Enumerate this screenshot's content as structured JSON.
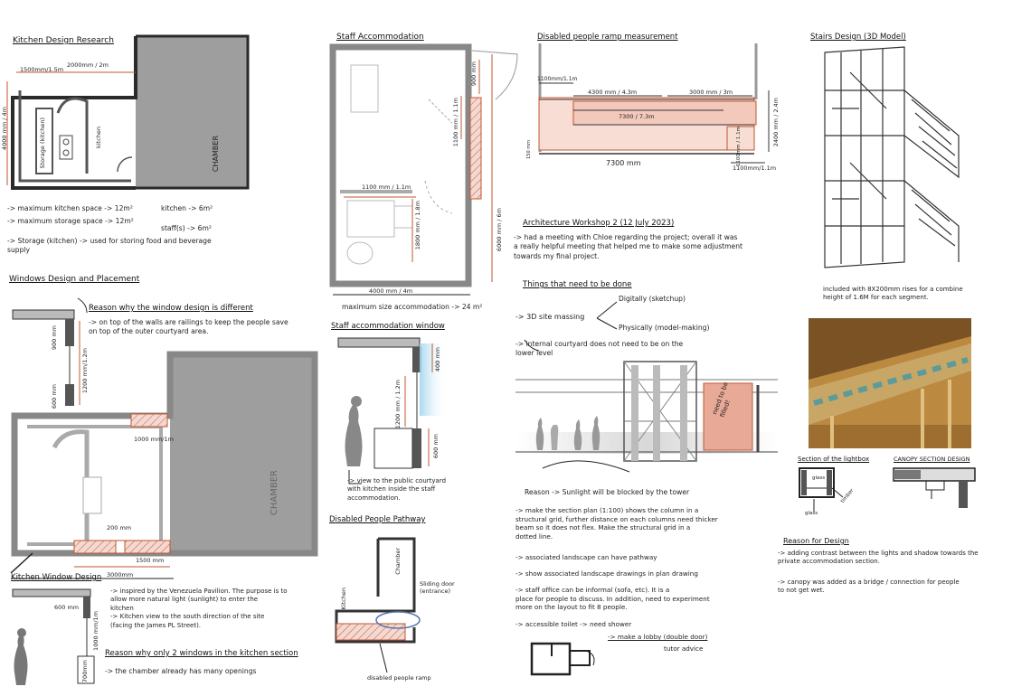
{
  "col1": {
    "kitchen_title": "Kitchen Design Research",
    "dims": {
      "d1500": "1500mm/1.5m",
      "d2000": "2000mm / 2m",
      "d4000": "4000 mm / 4m"
    },
    "room_labels": {
      "storage": "Storage (kitchen)",
      "kitchen": "kitchen",
      "chamber": "CHAMBER"
    },
    "notes": [
      "-> maximum kitchen space -> 12m²",
      "-> maximum storage space -> 12m²",
      "-> Storage (kitchen) -> used for storing food and beverage supply"
    ],
    "branch": {
      "kitchen": "kitchen -> 6m²",
      "staff": "staff(s) -> 6m²"
    },
    "windows_title": "Windows Design and Placement",
    "reason_title": "Reason why the window design is different",
    "reason_text": "-> on top of the walls are railings to keep the people save\n on top of the outer courtyard area.",
    "window_dims": {
      "w1000": "1000 mm/1m",
      "w200": "200 mm",
      "w1500": "1500 mm",
      "w3000": "3000mm",
      "h900": "900 mm",
      "h1200": "1200 mm/1.2m",
      "h600": "600 mm"
    },
    "chamber2": "CHAMBER",
    "kwd_title": "Kitchen Window Design",
    "kwd_text": "-> inspired by the Venezuela Pavilion. The purpose is to\n allow more natural light (sunlight) to enter the\n kitchen\n-> Kitchen view to the south direction of the site\n (facing the James PL Street).",
    "kwd_dims": {
      "d600": "600 mm",
      "d1000": "1000 mm/1m",
      "d700": "700mm"
    },
    "only2_title": "Reason why only 2 windows in the kitchen section",
    "only2_text": "-> the chamber already has many openings"
  },
  "col2": {
    "staff_title": "Staff Accommodation",
    "dims": {
      "d900": "900 mm",
      "d1100": "1100 mm / 1.1m",
      "d1100b": "1100 mm / 1.1m",
      "d1800": "1800 mm / 1.8m",
      "d6000": "6000 mm / 6m",
      "d4000": "4000 mm / 4m"
    },
    "max_size": "maximum size accommodation -> 24 m²",
    "window_title": "Staff accommodation window",
    "window_dims": {
      "d400": "400 mm",
      "d1200": "1200 mm / 1.2m",
      "d600": "600 mm"
    },
    "view_text": "-> view to the public courtyard\n with kitchen inside the staff\n accommodation.",
    "pathway_title": "Disabled People Pathway",
    "path_labels": {
      "kitchen": "Kitchen",
      "chamber": "Chamber",
      "sliding": "Sliding door\n(entrance)",
      "ramp": "disabled people ramp"
    }
  },
  "col3": {
    "ramp_title": "Disabled people ramp measurement",
    "ramp_dims": {
      "d1100a": "1100mm/1.1m",
      "d4300": "4300 mm / 4.3m",
      "d3000": "3000 mm / 3m",
      "d7300": "7300 / 7.3m",
      "d7300b": "7300 mm",
      "d1100b": "1100mm / 1.1m",
      "d2400": "2400 mm / 2.4m",
      "d1100c": "1100mm/1.1m",
      "d150": "150 mm"
    },
    "workshop_title": "Architecture Workshop 2 (12 July 2023)",
    "workshop_text": "-> had a meeting with Chloe regarding the project; overall it was\n a really helpful meeting that helped me to make some adjustment\n towards my final project.",
    "todo_title": "Things that need to be done",
    "massing": "-> 3D site massing",
    "digitally": "Digitally (sketchup)",
    "physically": "Physically (model-making)",
    "courtyard": "-> internal courtyard does not need to be on the\n lower level",
    "need_fill": "need to be filled!",
    "reason_text": "Reason -> Sunlight will be blocked by the tower",
    "list": [
      "-> make the section plan (1:100) shows the column in a\n structural grid, further distance on each columns need thicker\n beam so it does not flex. Make the structural grid in a\n dotted line.",
      "-> associated landscape can have pathway",
      "-> show associated landscape drawings in plan drawing",
      "-> staff office can be informal (sofa, etc). It is a\n place for people to discuss. In addition, need to experiment\n more on the layout to fit 8 people.",
      "-> accessible toilet -> need shower"
    ],
    "lobby": "-> make a lobby (double door)",
    "tutor": "tutor advice"
  },
  "col4": {
    "stairs_title": "Stairs Design (3D Model)",
    "stairs_note": "included with 8X200mm rises for a combine\n height of 1.6M for each segment.",
    "lightbox_title": "Section of the lightbox",
    "glass1": "glass",
    "glass2": "glass",
    "timber": "timber",
    "canopy_title": "CANOPY SECTION DESIGN",
    "reason_title": "Reason for Design",
    "reason_list": [
      "-> adding contrast between the lights and shadow towards the\n private accommodation section.",
      "-> canopy was added as a bridge / connection for people\n to not get wet."
    ]
  }
}
